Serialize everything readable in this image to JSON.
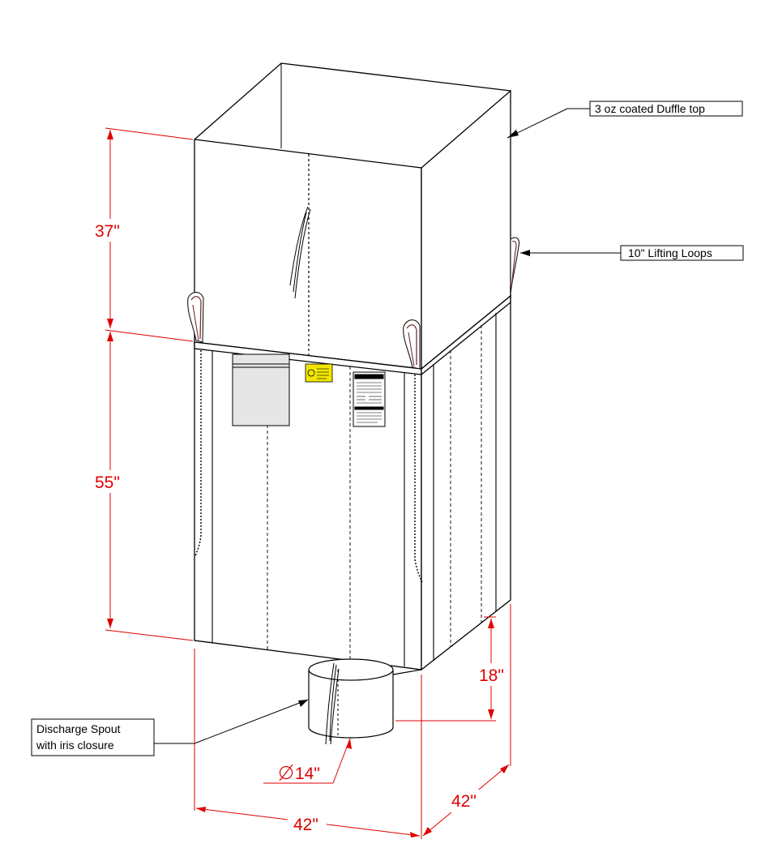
{
  "colors": {
    "line": "#000000",
    "dimension": "#e00000",
    "panel_gray": "#e6e6e6",
    "warning_label": "#f2e600"
  },
  "callouts": {
    "duffle_top": "3 oz coated Duffle top",
    "lifting_loops": "10\" Lifting Loops",
    "spout_line1": "Discharge Spout",
    "spout_line2": "with iris closure"
  },
  "dimensions": {
    "top_height": "37\"",
    "body_height": "55\"",
    "spout_height": "18\"",
    "spout_diameter": "14\"",
    "width_front": "42\"",
    "width_side": "42\""
  },
  "icons": {
    "diameter_symbol": "diameter-icon"
  }
}
